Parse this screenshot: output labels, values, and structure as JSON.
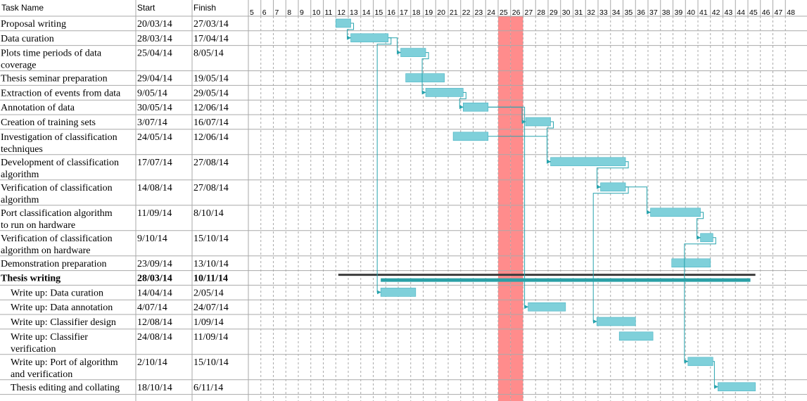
{
  "columns": {
    "task": "Task Name",
    "start": "Start",
    "finish": "Finish"
  },
  "weeks": [
    "5",
    "6",
    "7",
    "8",
    "9",
    "10",
    "11",
    "12",
    "13",
    "14",
    "15",
    "16",
    "17",
    "18",
    "19",
    "20",
    "21",
    "22",
    "23",
    "24",
    "25",
    "26",
    "27",
    "28",
    "29",
    "30",
    "31",
    "32",
    "33",
    "34",
    "35",
    "36",
    "37",
    "38",
    "39",
    "40",
    "41",
    "42",
    "43",
    "44",
    "45",
    "46",
    "47",
    "48"
  ],
  "colors": {
    "bar": "#7fd0da",
    "bar_border": "#47b2c2",
    "summary_bar": "#2aa0a6",
    "summary_line": "#3c3c3c",
    "highlight": "#ff8c8c",
    "grid": "#a9a9a9",
    "arrow": "#27a3ad"
  },
  "highlight_weeks": [
    "25",
    "26"
  ],
  "tasks": [
    {
      "name_lines": [
        "Proposal writing"
      ],
      "start": "20/03/14",
      "finish": "27/03/14",
      "bold": false,
      "indent": false,
      "bar_weeks": [
        12.0,
        13.2
      ]
    },
    {
      "name_lines": [
        "Data curation"
      ],
      "start": "28/03/14",
      "finish": "17/04/14",
      "bold": false,
      "indent": false,
      "bar_weeks": [
        13.2,
        16.2
      ]
    },
    {
      "name_lines": [
        "Plots time periods of data",
        "coverage"
      ],
      "start": "25/04/14",
      "finish": "8/05/14",
      "bold": false,
      "indent": false,
      "bar_weeks": [
        17.2,
        19.2
      ]
    },
    {
      "name_lines": [
        "Thesis seminar preparation"
      ],
      "start": "29/04/14",
      "finish": "19/05/14",
      "bold": false,
      "indent": false,
      "bar_weeks": [
        17.6,
        20.7
      ]
    },
    {
      "name_lines": [
        "Extraction of events from data"
      ],
      "start": "9/05/14",
      "finish": "29/05/14",
      "bold": false,
      "indent": false,
      "bar_weeks": [
        19.2,
        22.2
      ]
    },
    {
      "name_lines": [
        "Annotation of data"
      ],
      "start": "30/05/14",
      "finish": "12/06/14",
      "bold": false,
      "indent": false,
      "bar_weeks": [
        22.2,
        24.2
      ]
    },
    {
      "name_lines": [
        "Creation of training sets"
      ],
      "start": "3/07/14",
      "finish": "16/07/14",
      "bold": false,
      "indent": false,
      "bar_weeks": [
        27.2,
        29.2
      ]
    },
    {
      "name_lines": [
        "Investigation of classification",
        "techniques"
      ],
      "start": "24/05/14",
      "finish": "12/06/14",
      "bold": false,
      "indent": false,
      "bar_weeks": [
        21.4,
        24.2
      ]
    },
    {
      "name_lines": [
        "Development of classification",
        "algorithm"
      ],
      "start": "17/07/14",
      "finish": "27/08/14",
      "bold": false,
      "indent": false,
      "bar_weeks": [
        29.2,
        35.2
      ]
    },
    {
      "name_lines": [
        "Verification of classification",
        "algorithm"
      ],
      "start": "14/08/14",
      "finish": "27/08/14",
      "bold": false,
      "indent": false,
      "bar_weeks": [
        33.2,
        35.2
      ]
    },
    {
      "name_lines": [
        "Port classification algorithm",
        "to run on hardware"
      ],
      "start": "11/09/14",
      "finish": "8/10/14",
      "bold": false,
      "indent": false,
      "bar_weeks": [
        37.2,
        41.2
      ]
    },
    {
      "name_lines": [
        "Verification of classification",
        "algorithm on hardware"
      ],
      "start": "9/10/14",
      "finish": "15/10/14",
      "bold": false,
      "indent": false,
      "bar_weeks": [
        41.2,
        42.2
      ]
    },
    {
      "name_lines": [
        "Demonstration preparation"
      ],
      "start": "23/09/14",
      "finish": "13/10/14",
      "bold": false,
      "indent": false,
      "bar_weeks": [
        38.9,
        42.0
      ]
    },
    {
      "name_lines": [
        "Thesis writing"
      ],
      "start": "28/03/14",
      "finish": "10/11/14",
      "bold": true,
      "indent": false,
      "summary": true,
      "bar_weeks": [
        15.6,
        45.2
      ]
    },
    {
      "name_lines": [
        "Write up: Data curation"
      ],
      "start": "14/04/14",
      "finish": "2/05/14",
      "bold": false,
      "indent": true,
      "bar_weeks": [
        15.6,
        18.4
      ]
    },
    {
      "name_lines": [
        "Write up: Data annotation"
      ],
      "start": "4/07/14",
      "finish": "24/07/14",
      "bold": false,
      "indent": true,
      "bar_weeks": [
        27.4,
        30.4
      ]
    },
    {
      "name_lines": [
        "Write up: Classifier design"
      ],
      "start": "12/08/14",
      "finish": "1/09/14",
      "bold": false,
      "indent": true,
      "bar_weeks": [
        32.9,
        36.0
      ]
    },
    {
      "name_lines": [
        "Write up: Classifier",
        "verification"
      ],
      "start": "24/08/14",
      "finish": "11/09/14",
      "bold": false,
      "indent": true,
      "bar_weeks": [
        34.7,
        37.4
      ]
    },
    {
      "name_lines": [
        "Write up: Port of algorithm",
        "and verification"
      ],
      "start": "2/10/14",
      "finish": "15/10/14",
      "bold": false,
      "indent": true,
      "bar_weeks": [
        40.2,
        42.2
      ]
    },
    {
      "name_lines": [
        "Thesis editing and collating"
      ],
      "start": "18/10/14",
      "finish": "6/11/14",
      "bold": false,
      "indent": true,
      "bar_weeks": [
        42.6,
        45.6
      ]
    }
  ],
  "dependencies": [
    {
      "from": 0,
      "to": 1
    },
    {
      "from": 1,
      "to": 2
    },
    {
      "from": 2,
      "to": 4
    },
    {
      "from": 4,
      "to": 5
    },
    {
      "from": 5,
      "to": 6
    },
    {
      "from": 6,
      "to": 8
    },
    {
      "from": 7,
      "to": 8
    },
    {
      "from": 8,
      "to": 9
    },
    {
      "from": 9,
      "to": 10
    },
    {
      "from": 10,
      "to": 11
    },
    {
      "from": 1,
      "to": 14
    },
    {
      "from": 5,
      "to": 15
    },
    {
      "from": 9,
      "to": 16
    },
    {
      "from": 11,
      "to": 18
    },
    {
      "from": 18,
      "to": 19
    }
  ]
}
